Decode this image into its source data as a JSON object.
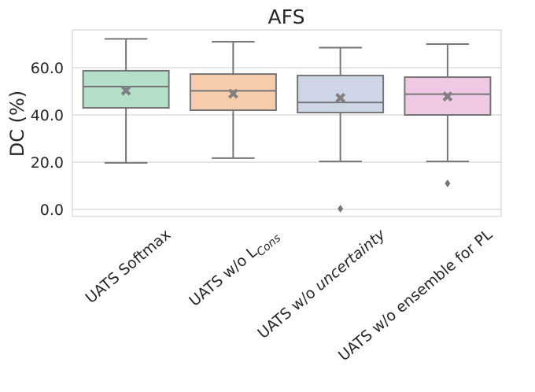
{
  "chart_data": {
    "type": "box",
    "title": "AFS",
    "ylabel": "DC (%)",
    "xlabel": "",
    "ylim": [
      -3,
      76
    ],
    "yticks": [
      0,
      20,
      40,
      60
    ],
    "ytick_labels": [
      "0.0",
      "20.0",
      "40.0",
      "60.0"
    ],
    "grid": "y",
    "categories": [
      {
        "prefix": "UATS ",
        "main": "Softmax",
        "main_italic": false,
        "sub": ""
      },
      {
        "prefix": "UATS w/o ",
        "main": "L",
        "main_italic": false,
        "sub": "Cons"
      },
      {
        "prefix": "UATS w/o ",
        "main": "uncertainty",
        "main_italic": true,
        "sub": ""
      },
      {
        "prefix": "UATS w/o ",
        "main": "ensemble for PL",
        "main_italic": false,
        "sub": ""
      }
    ],
    "boxes": [
      {
        "whislo": 19.7,
        "q1": 43.0,
        "med": 52.0,
        "q3": 58.7,
        "whishi": 72.2,
        "mean": 50.3,
        "fliers": []
      },
      {
        "whislo": 21.7,
        "q1": 42.0,
        "med": 50.2,
        "q3": 57.3,
        "whishi": 71.0,
        "mean": 49.0,
        "fliers": []
      },
      {
        "whislo": 20.3,
        "q1": 41.0,
        "med": 45.3,
        "q3": 56.7,
        "whishi": 68.5,
        "mean": 47.2,
        "fliers": [
          0.3
        ]
      },
      {
        "whislo": 20.3,
        "q1": 40.0,
        "med": 48.8,
        "q3": 56.0,
        "whishi": 70.0,
        "mean": 47.8,
        "fliers": [
          11.0
        ]
      }
    ],
    "colors": [
      "#b3dfc9",
      "#f7ccaa",
      "#cdd5e6",
      "#efc9e4"
    ],
    "line_color": "#767676",
    "mean_marker": "X",
    "mean_color": "#808080",
    "flier_marker": "diamond"
  }
}
